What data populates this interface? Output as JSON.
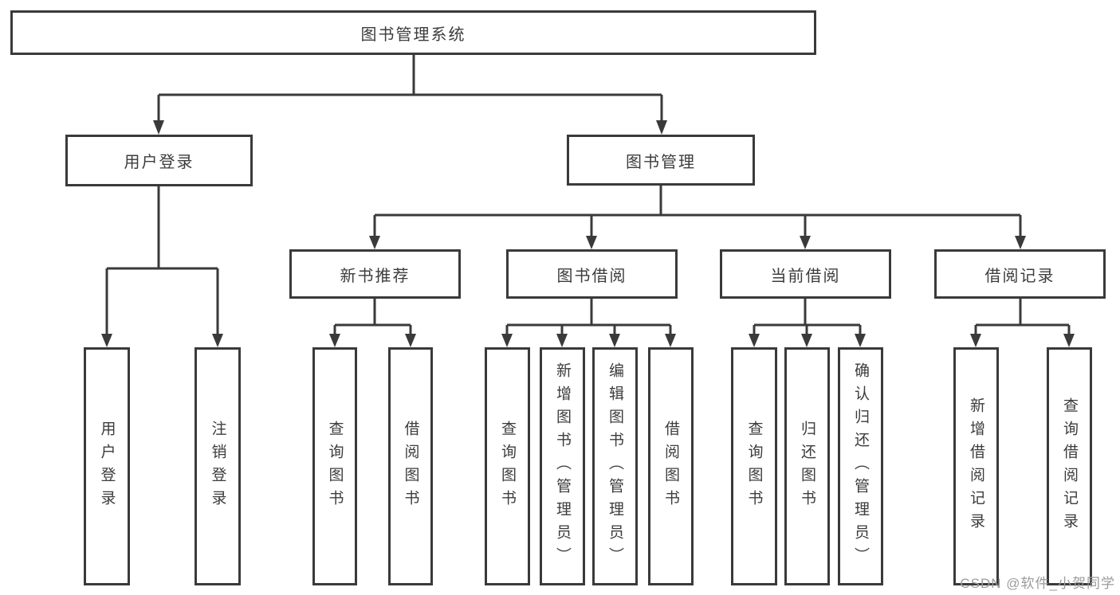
{
  "tree": {
    "root": {
      "label": "图书管理系统"
    },
    "branches": [
      {
        "label": "用户登录",
        "children": [
          {
            "label": "用户登录"
          },
          {
            "label": "注销登录"
          }
        ]
      },
      {
        "label": "图书管理",
        "groups": [
          {
            "label": "新书推荐",
            "children": [
              {
                "label": "查询图书"
              },
              {
                "label": "借阅图书"
              }
            ]
          },
          {
            "label": "图书借阅",
            "children": [
              {
                "label": "查询图书"
              },
              {
                "label": "新增图书（管理员）"
              },
              {
                "label": "编辑图书（管理员）"
              },
              {
                "label": "借阅图书"
              }
            ]
          },
          {
            "label": "当前借阅",
            "children": [
              {
                "label": "查询图书"
              },
              {
                "label": "归还图书"
              },
              {
                "label": "确认归还（管理员）"
              }
            ]
          },
          {
            "label": "借阅记录",
            "children": [
              {
                "label": "新增借阅记录"
              },
              {
                "label": "查询借阅记录"
              }
            ]
          }
        ]
      }
    ]
  },
  "colors": {
    "line": "#3a3a3a",
    "text": "#3c3c3c",
    "watermark": "#9b9b9b",
    "background": "#ffffff"
  },
  "watermark": {
    "text": "CSDN @软件_小贺同学"
  }
}
